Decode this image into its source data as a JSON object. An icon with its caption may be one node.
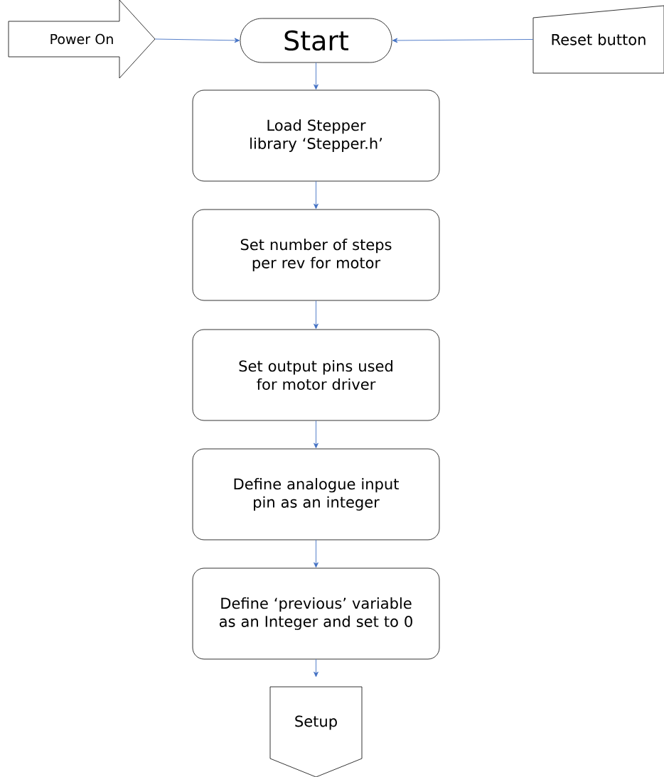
{
  "diagram": {
    "nodes": [
      {
        "text": [
          "Power On"
        ]
      },
      {
        "text": [
          "Start"
        ]
      },
      {
        "text": [
          "Reset button"
        ]
      },
      {
        "text": [
          "Load Stepper library ‘Stepper.h’"
        ]
      },
      {
        "text": [
          "Set number of steps per rev for motor"
        ]
      },
      {
        "text": [
          "Set output pins used for motor driver"
        ]
      },
      {
        "text": [
          "Define analogue input pin as an integer"
        ]
      },
      {
        "text": [
          "Define ‘previous’ variable as an Integer and set to 0"
        ]
      },
      {
        "text": [
          "Setup"
        ]
      }
    ],
    "edges": [
      {
        "from": 0,
        "to": 1,
        "arrow": "to"
      },
      {
        "from": 2,
        "to": 1,
        "arrow": "to"
      },
      {
        "from": 1,
        "to": 3,
        "arrow": "to"
      },
      {
        "from": 3,
        "to": 4,
        "arrow": "to"
      },
      {
        "from": 4,
        "to": 5,
        "arrow": "to"
      },
      {
        "from": 5,
        "to": 6,
        "arrow": "to"
      },
      {
        "from": 6,
        "to": 7,
        "arrow": "to"
      },
      {
        "from": 7,
        "to": 8,
        "arrow": "to"
      }
    ]
  }
}
